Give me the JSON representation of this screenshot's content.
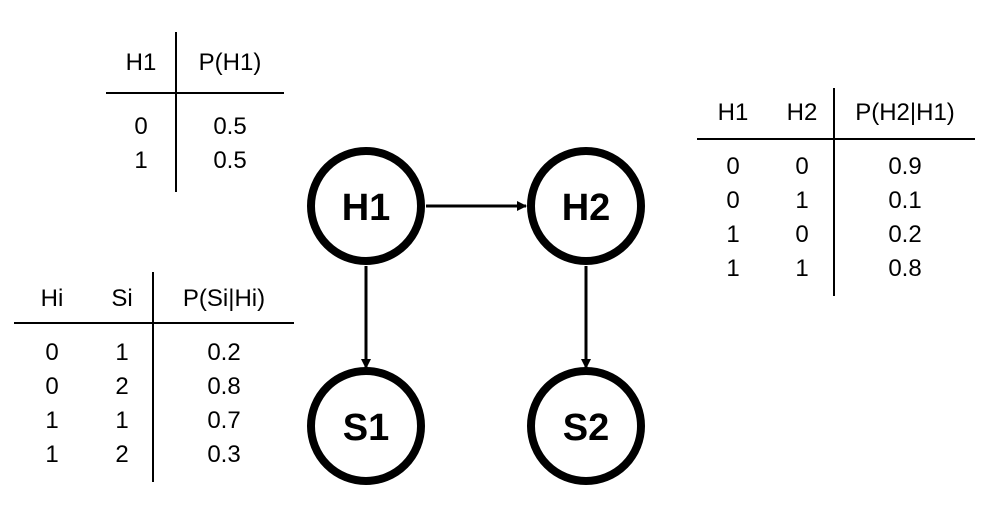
{
  "nodes": {
    "h1": "H1",
    "h2": "H2",
    "s1": "S1",
    "s2": "S2"
  },
  "tables": {
    "p_h1": {
      "headers": [
        "H1",
        "P(H1)"
      ],
      "rows": [
        [
          "0",
          "0.5"
        ],
        [
          "1",
          "0.5"
        ]
      ]
    },
    "p_h2_given_h1": {
      "headers": [
        "H1",
        "H2",
        "P(H2|H1)"
      ],
      "rows": [
        [
          "0",
          "0",
          "0.9"
        ],
        [
          "0",
          "1",
          "0.1"
        ],
        [
          "1",
          "0",
          "0.2"
        ],
        [
          "1",
          "1",
          "0.8"
        ]
      ]
    },
    "p_si_given_hi": {
      "headers": [
        "Hi",
        "Si",
        "P(Si|Hi)"
      ],
      "rows": [
        [
          "0",
          "1",
          "0.2"
        ],
        [
          "0",
          "2",
          "0.8"
        ],
        [
          "1",
          "1",
          "0.7"
        ],
        [
          "1",
          "2",
          "0.3"
        ]
      ]
    }
  },
  "colors": {
    "stroke": "#000000",
    "background": "#ffffff"
  }
}
